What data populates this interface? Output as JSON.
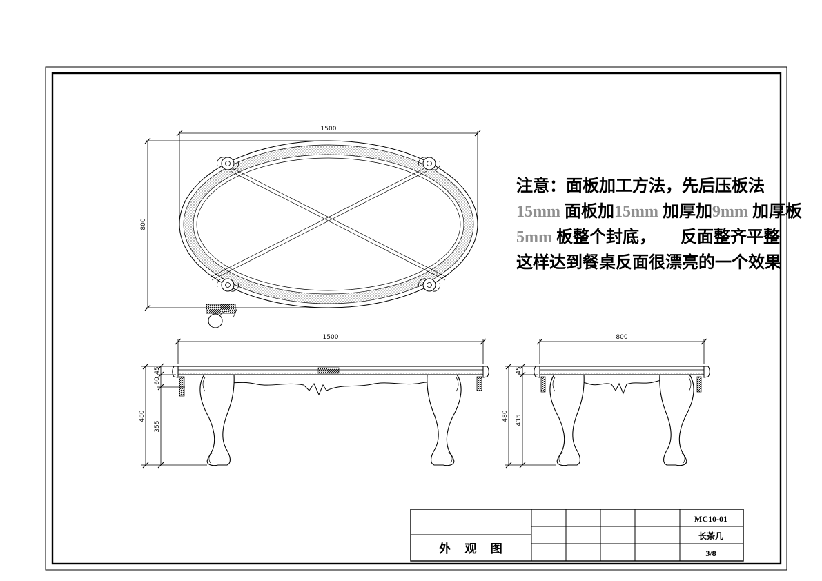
{
  "drawing_note": {
    "lines": [
      [
        {
          "t": "注意：面板加工方法，先后压板法",
          "muted": false
        }
      ],
      [
        {
          "t": "15mm",
          "muted": true
        },
        {
          "t": " 面板加",
          "muted": false
        },
        {
          "t": "15mm",
          "muted": true
        },
        {
          "t": " 加厚加",
          "muted": false
        },
        {
          "t": "9mm",
          "muted": true
        },
        {
          "t": " 加厚板",
          "muted": false
        }
      ],
      [
        {
          "t": "5mm",
          "muted": true
        },
        {
          "t": " 板整个封底，　　反面整齐平整",
          "muted": false
        }
      ],
      [
        {
          "t": "这样达到餐桌反面很漂亮的一个效果",
          "muted": false
        }
      ]
    ]
  },
  "top_view": {
    "width": "1500",
    "depth": "800"
  },
  "front_view": {
    "width": "1500",
    "top_thickness": "45",
    "apron_height": "60",
    "overall_height": "480",
    "leg_height": "355"
  },
  "side_view": {
    "width": "800",
    "top_thickness": "45",
    "overall_height": "480",
    "under_top_height": "435"
  },
  "title_block": {
    "view_name": "外 观 图",
    "drawing_no": "MC10-01",
    "product_name": "长茶几",
    "sheet_no": "3/8"
  }
}
